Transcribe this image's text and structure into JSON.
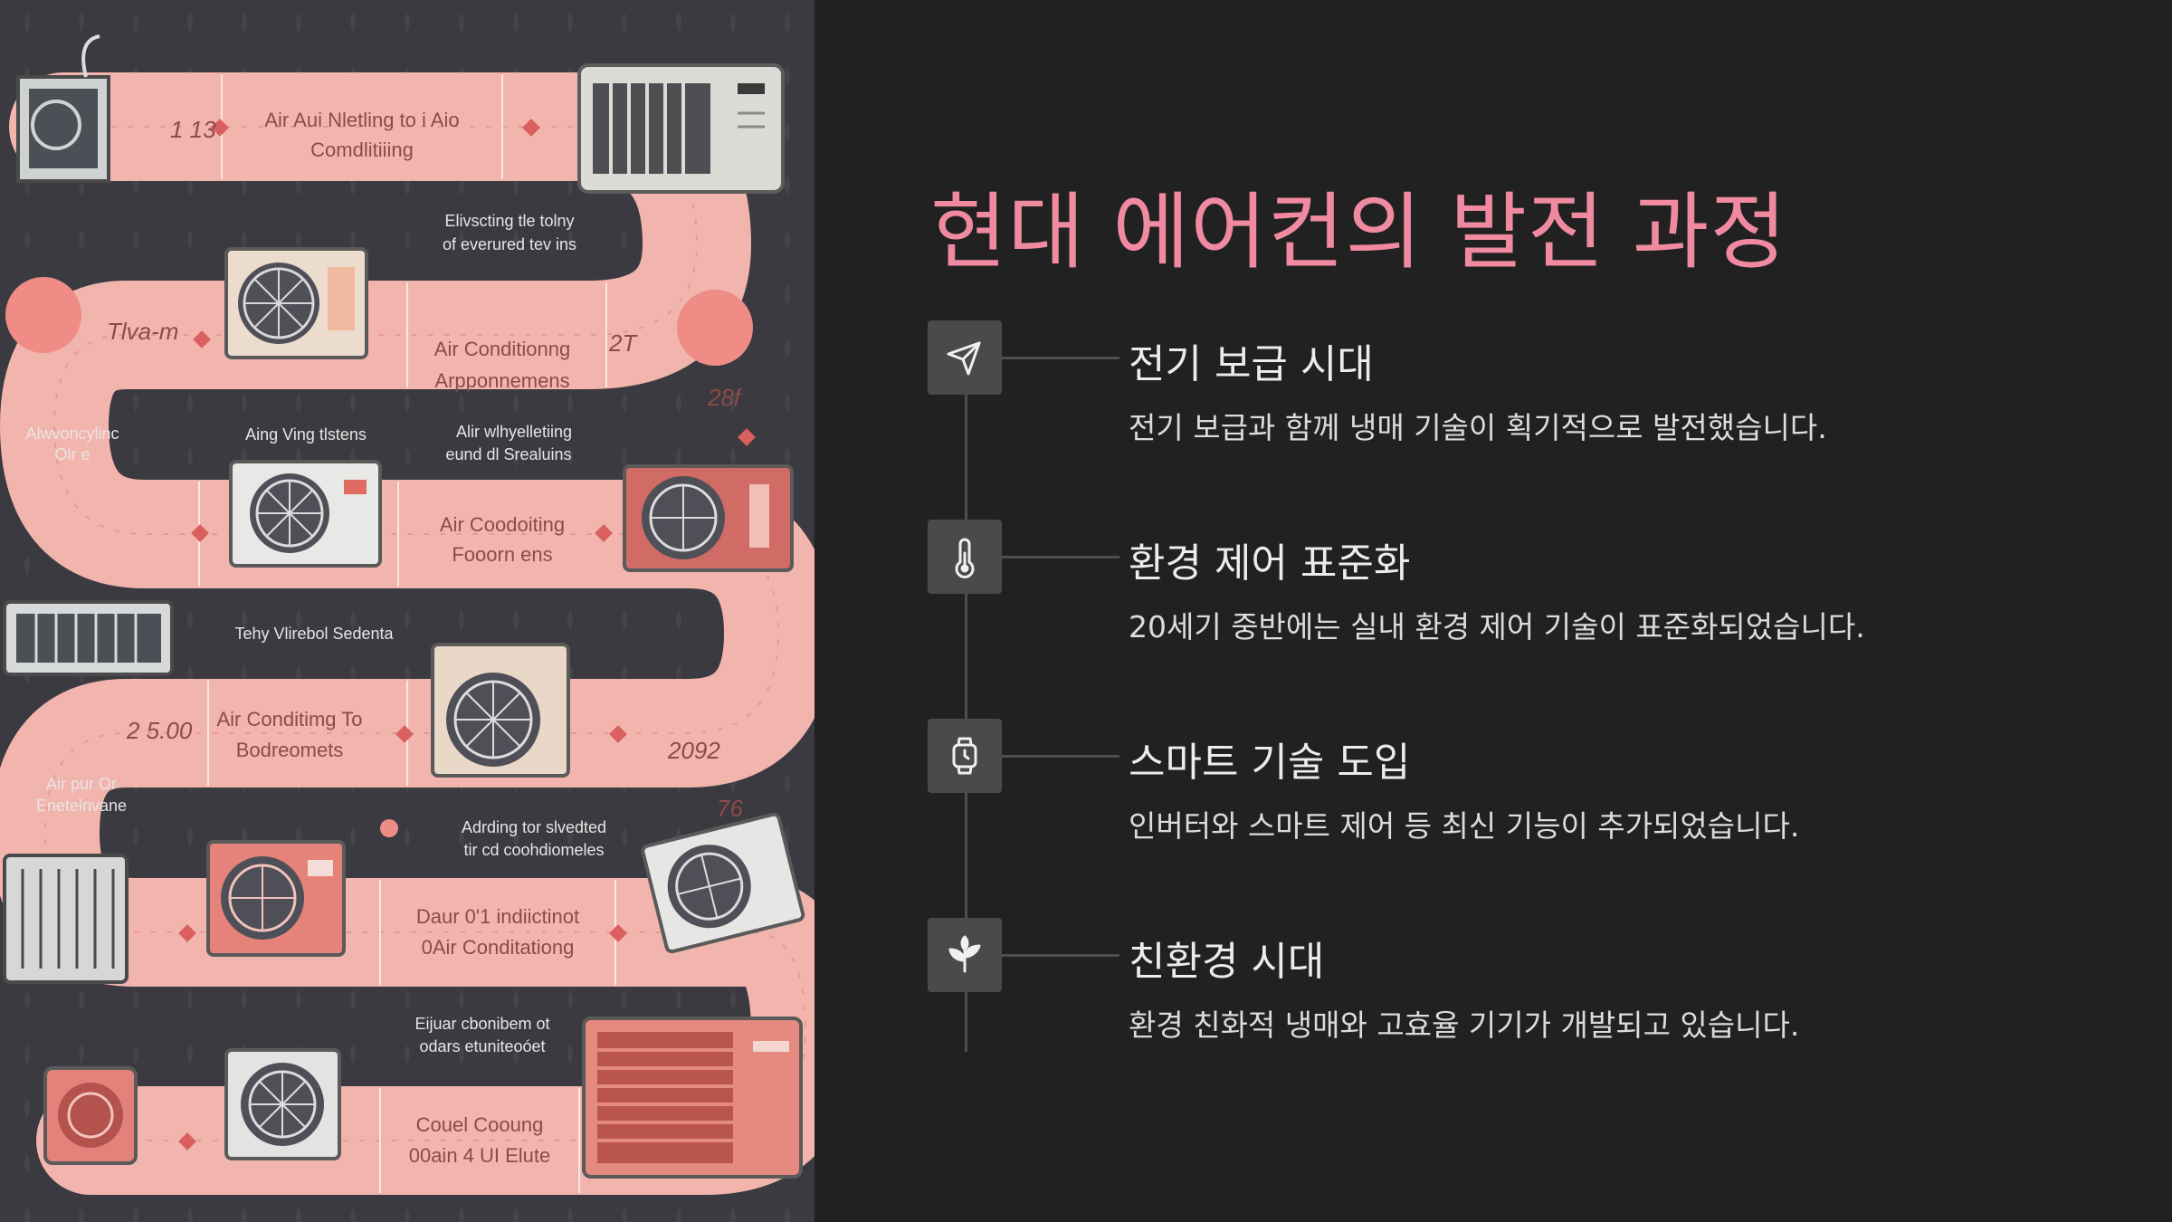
{
  "title": "현대 에어컨의 발전 과정",
  "colors": {
    "background": "#212121",
    "accent": "#f08aa0",
    "icon_box": "#4a4a4a",
    "line": "#4e4e4e",
    "road": "#f2b5ae",
    "illustration_bg": "#3b3a40"
  },
  "illustration": {
    "labels": [
      "Air Aui Nletling to i Aio",
      "Comdlitiiing",
      "Elivscting tle tolny",
      "of everured tev ins",
      "Air Conditionng",
      "Arpponnemens",
      "Alwvoncylinc",
      "Olr e",
      "Aing Ving tlstens",
      "Alir wlhyelletiing",
      "eund dl Srealuins",
      "Air Coodoiting",
      "Fooorn ens",
      "Tehy Vlirebol Sedenta",
      "Air Conditimg To",
      "Bodreomets",
      "Air pur Or",
      "Enetelnvane",
      "Adrding tor slvedted",
      "tir cd coohdiomeles",
      "Daur 0'1 indiictinot",
      "0Air Conditationg",
      "Eijuar cbonibem ot",
      "odars etuniteoóet",
      "Couel Cooung",
      "00ain 4 UI Elute"
    ],
    "numbers": [
      "1 13",
      "Tlva-m",
      "2T",
      "28f",
      "2 5.00",
      "2092",
      "76"
    ]
  },
  "steps": [
    {
      "icon": "paper-plane-icon",
      "title": "전기 보급 시대",
      "desc": "전기 보급과 함께 냉매 기술이 획기적으로 발전했습니다."
    },
    {
      "icon": "thermometer-icon",
      "title": "환경 제어 표준화",
      "desc": "20세기 중반에는 실내 환경 제어 기술이 표준화되었습니다."
    },
    {
      "icon": "smartwatch-icon",
      "title": "스마트 기술 도입",
      "desc": "인버터와 스마트 제어 등 최신 기능이 추가되었습니다."
    },
    {
      "icon": "leaf-icon",
      "title": "친환경 시대",
      "desc": "환경 친화적 냉매와 고효율 기기가 개발되고 있습니다."
    }
  ]
}
